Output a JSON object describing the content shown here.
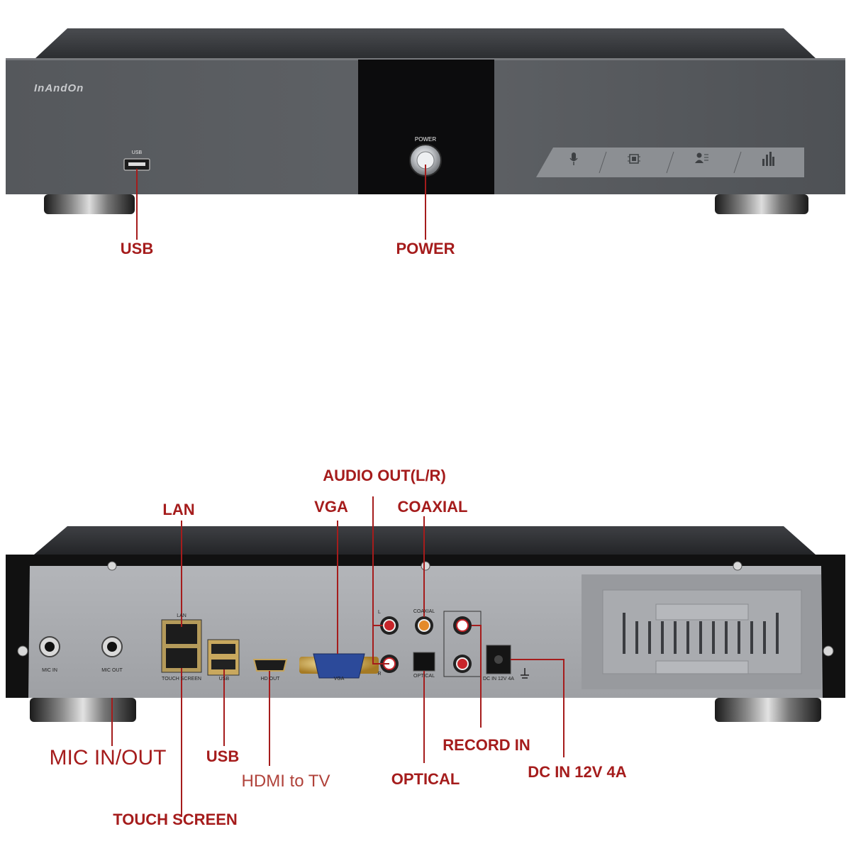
{
  "front_panel": {
    "brand": "InAndOn",
    "usb_port_label": "USB",
    "power_label": "POWER",
    "feature_buttons": [
      {
        "icon": "microphone-icon"
      },
      {
        "icon": "chip-icon"
      },
      {
        "icon": "person-score-icon"
      },
      {
        "icon": "equalizer-icon"
      }
    ]
  },
  "front_callouts": {
    "usb": "USB",
    "power": "POWER"
  },
  "rear_panel": {
    "port_labels": {
      "lan": "LAN",
      "touch_screen": "TOUCH SCREEN",
      "usb": "USB",
      "hd_out": "HD OUT",
      "vga": "VGA",
      "coaxial": "COAXIAL",
      "optical": "OPTICAL",
      "dc_in": "DC IN 12V 4A",
      "mic_in": "MIC IN",
      "mic_out": "MIC OUT",
      "left": "L",
      "right": "R"
    }
  },
  "rear_callouts": {
    "audio_out": "AUDIO OUT(L/R)",
    "lan": "LAN",
    "vga": "VGA",
    "coaxial": "COAXIAL",
    "mic_in_out": "MIC IN/OUT",
    "usb": "USB",
    "hdmi_to_tv": "HDMI to TV",
    "record_in": "RECORD IN",
    "optical": "OPTICAL",
    "dc_in": "DC IN 12V 4A",
    "touch_screen": "TOUCH SCREEN"
  },
  "colors": {
    "callout_red": "#a51c1c",
    "hdmi_label": "#b0423a",
    "chassis_dark": "#3a3c40",
    "rear_plate": "#a9abaf"
  }
}
